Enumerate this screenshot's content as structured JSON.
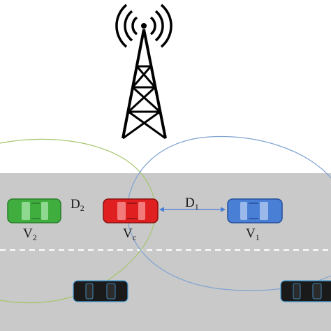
{
  "labels": {
    "distance_1": {
      "main": "D",
      "sub": "1"
    },
    "distance_2": {
      "main": "D",
      "sub": "2"
    },
    "vehicle_1": {
      "main": "V",
      "sub": "1"
    },
    "vehicle_2": {
      "main": "V",
      "sub": "2"
    },
    "vehicle_c": {
      "main": "V",
      "sub": "c"
    }
  },
  "colors": {
    "road": "#c9c9c9",
    "lane_marking": "#ffffff",
    "tower": "#000000",
    "vehicle_1": "#4a7fd6",
    "vehicle_2": "#3fae3f",
    "vehicle_c": "#e02020",
    "vehicle_other": "#1a1a1a",
    "vehicle_other_outline": "#4aa3df",
    "coverage_green": "#a6c46a",
    "coverage_blue": "#7fa3d1",
    "link_arrow": "#4a7fd6"
  }
}
